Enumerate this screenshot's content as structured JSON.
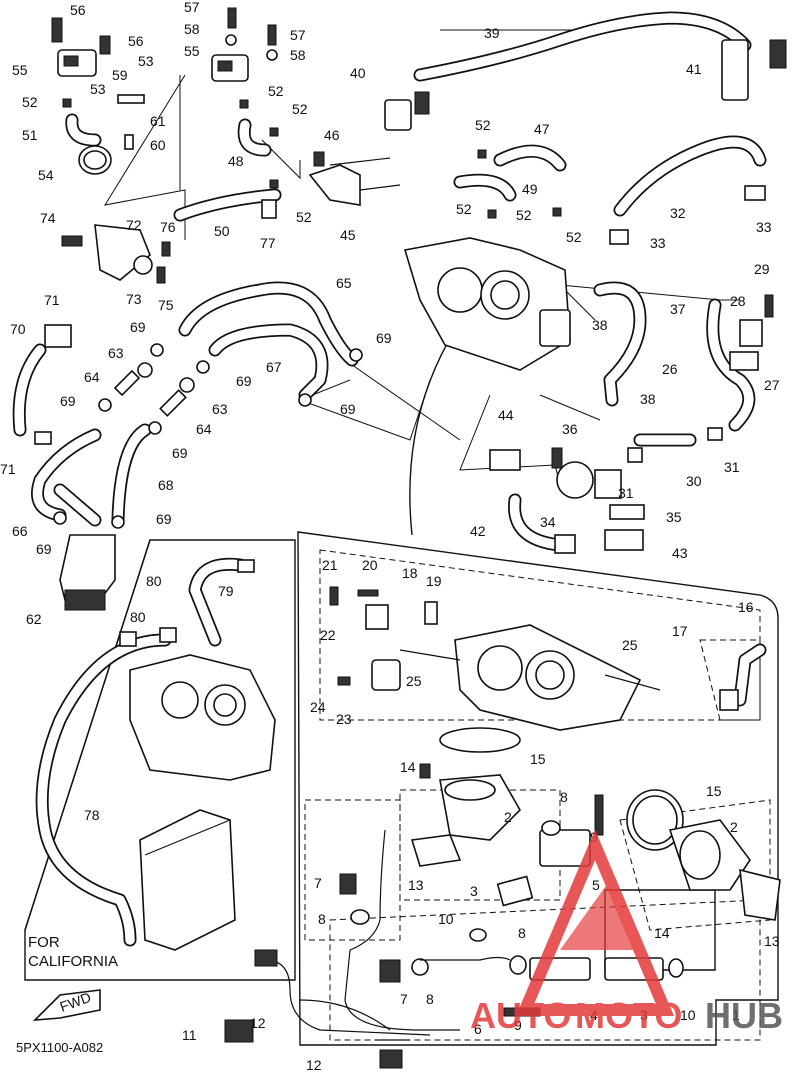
{
  "diagram": {
    "numbers": {
      "n1": "1",
      "n2a": "2",
      "n2b": "2",
      "n3a": "3",
      "n3b": "3",
      "n4": "4",
      "n5": "5",
      "n6": "6",
      "n7a": "7",
      "n7b": "7",
      "n8a": "8",
      "n8b": "8",
      "n8c": "8",
      "n8d": "8",
      "n9a": "9",
      "n9b": "9",
      "n10a": "10",
      "n10b": "10",
      "n11": "11",
      "n12a": "12",
      "n12b": "12",
      "n13a": "13",
      "n13b": "13",
      "n14a": "14",
      "n14b": "14",
      "n15a": "15",
      "n15b": "15",
      "n16": "16",
      "n17": "17",
      "n18": "18",
      "n19": "19",
      "n20": "20",
      "n21": "21",
      "n22": "22",
      "n23": "23",
      "n24": "24",
      "n25a": "25",
      "n25b": "25",
      "n26": "26",
      "n27": "27",
      "n28": "28",
      "n29": "29",
      "n30": "30",
      "n31a": "31",
      "n31b": "31",
      "n32": "32",
      "n33a": "33",
      "n33b": "33",
      "n34": "34",
      "n35": "35",
      "n36": "36",
      "n37": "37",
      "n38a": "38",
      "n38b": "38",
      "n39": "39",
      "n40": "40",
      "n41": "41",
      "n42": "42",
      "n43": "43",
      "n44": "44",
      "n45": "45",
      "n46": "46",
      "n47": "47",
      "n48": "48",
      "n49": "49",
      "n50": "50",
      "n51": "51",
      "n52a": "52",
      "n52b": "52",
      "n52c": "52",
      "n52d": "52",
      "n52e": "52",
      "n52f": "52",
      "n52g": "52",
      "n53a": "53",
      "n53b": "53",
      "n54": "54",
      "n55a": "55",
      "n55b": "55",
      "n56a": "56",
      "n56b": "56",
      "n57a": "57",
      "n57b": "57",
      "n58a": "58",
      "n58b": "58",
      "n59": "59",
      "n60": "60",
      "n61": "61",
      "n62": "62",
      "n63a": "63",
      "n63b": "63",
      "n64a": "64",
      "n64b": "64",
      "n65": "65",
      "n66": "66",
      "n67": "67",
      "n68": "68",
      "n69a": "69",
      "n69b": "69",
      "n69c": "69",
      "n69d": "69",
      "n69e": "69",
      "n69f": "69",
      "n69g": "69",
      "n69h": "69",
      "n70": "70",
      "n71a": "71",
      "n71b": "71",
      "n72": "72",
      "n73": "73",
      "n74": "74",
      "n75": "75",
      "n76": "76",
      "n77": "77",
      "n78": "78",
      "n79": "79",
      "n80a": "80",
      "n80b": "80"
    },
    "california_caption_line1": "FOR",
    "california_caption_line2": "CALIFORNIA",
    "fwd_label": "FWD",
    "drawing_code": "5PX1100-A082"
  },
  "watermark": {
    "auto": "AUTO",
    "moto": "MOTO",
    "hub": "HUB",
    "red_color": "#e43a3a",
    "gray_color": "#555555",
    "logo_icon": "triangle-logo-icon"
  }
}
